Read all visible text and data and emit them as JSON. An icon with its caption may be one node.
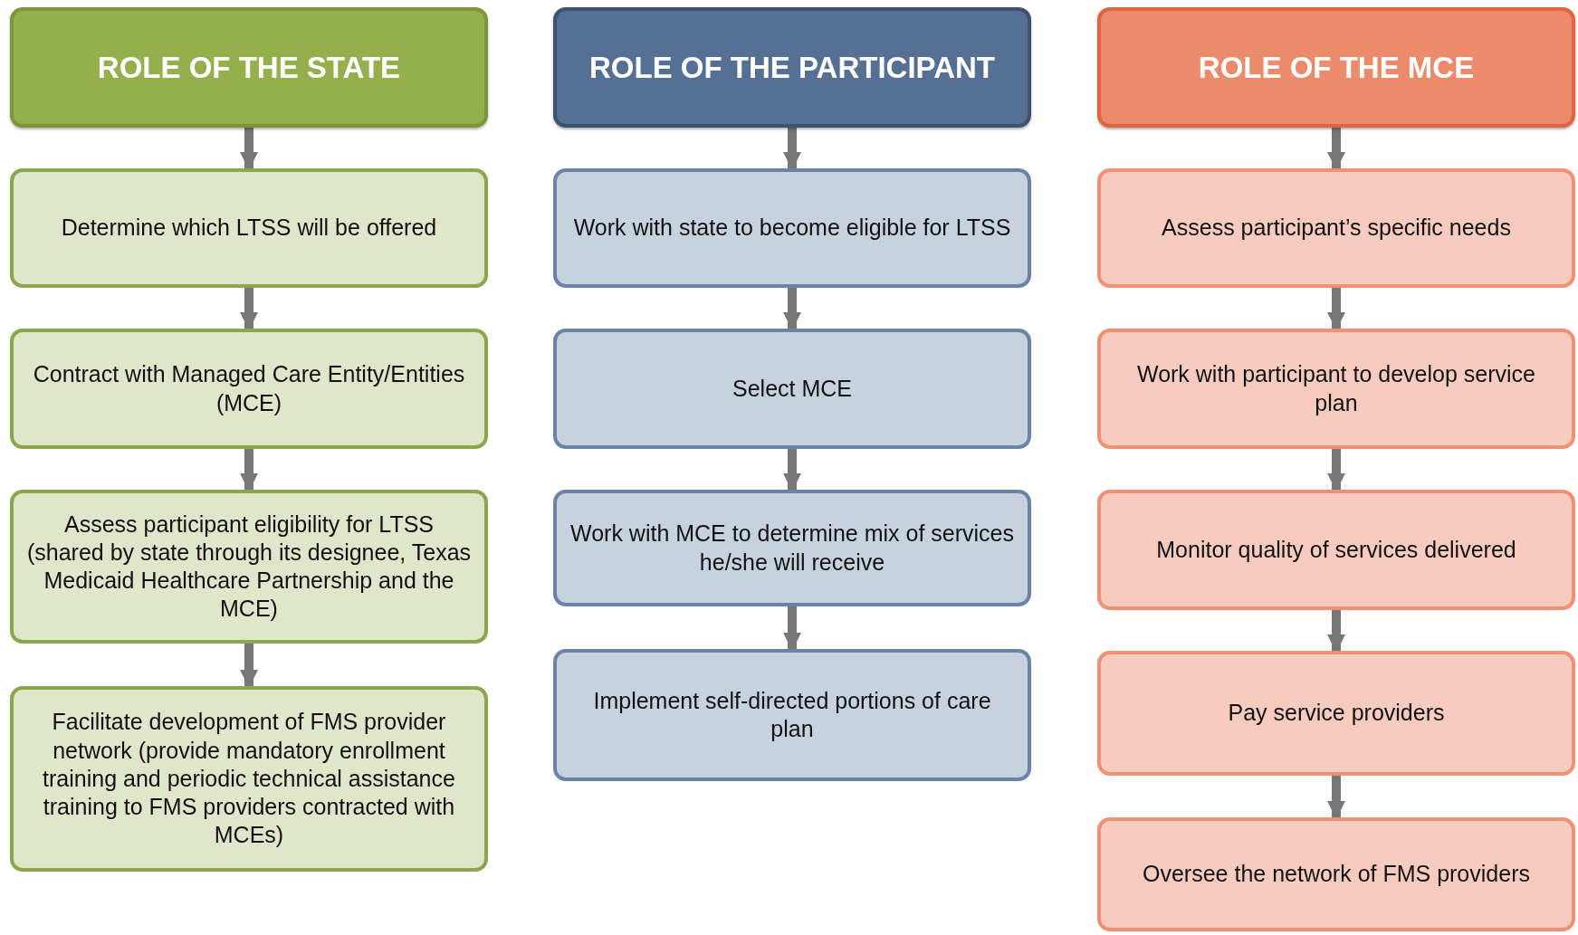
{
  "diagram": {
    "nodes": [
      {
        "text": [
          "ROLE OF THE STATE"
        ]
      },
      {
        "text": [
          "Determine which LTSS will be offered"
        ]
      },
      {
        "text": [
          "Contract with Managed Care Entity/Entities (MCE)"
        ]
      },
      {
        "text": [
          "Assess participant eligibility for LTSS (shared by state through its designee, Texas Medicaid Healthcare Partnership and the MCE)"
        ]
      },
      {
        "text": [
          "Facilitate development of FMS provider network (provide mandatory enrollment training and periodic technical assistance training to FMS providers contracted with MCEs)"
        ]
      },
      {
        "text": [
          "ROLE OF THE PARTICIPANT"
        ]
      },
      {
        "text": [
          "Work with state to become eligible for LTSS"
        ]
      },
      {
        "text": [
          "Select MCE"
        ]
      },
      {
        "text": [
          "Work with MCE to determine mix of services he/she will receive"
        ]
      },
      {
        "text": [
          "Implement self-directed portions of care plan"
        ]
      },
      {
        "text": [
          "ROLE OF THE MCE"
        ]
      },
      {
        "text": [
          "Assess participant’s specific needs"
        ]
      },
      {
        "text": [
          "Work with participant to develop service plan"
        ]
      },
      {
        "text": [
          "Monitor quality of services delivered"
        ]
      },
      {
        "text": [
          "Pay service providers"
        ]
      },
      {
        "text": [
          "Oversee the network of FMS providers"
        ]
      }
    ],
    "edges": [
      {
        "from": 0,
        "to": 1,
        "arrow": "to"
      },
      {
        "from": 1,
        "to": 2,
        "arrow": "to"
      },
      {
        "from": 2,
        "to": 3,
        "arrow": "to"
      },
      {
        "from": 3,
        "to": 4,
        "arrow": "to"
      },
      {
        "from": 5,
        "to": 6,
        "arrow": "to"
      },
      {
        "from": 6,
        "to": 7,
        "arrow": "to"
      },
      {
        "from": 7,
        "to": 8,
        "arrow": "to"
      },
      {
        "from": 8,
        "to": 9,
        "arrow": "to"
      },
      {
        "from": 10,
        "to": 11,
        "arrow": "to"
      },
      {
        "from": 11,
        "to": 12,
        "arrow": "to"
      },
      {
        "from": 12,
        "to": 13,
        "arrow": "to"
      },
      {
        "from": 13,
        "to": 14,
        "arrow": "to"
      },
      {
        "from": 14,
        "to": 15,
        "arrow": "to"
      }
    ]
  }
}
